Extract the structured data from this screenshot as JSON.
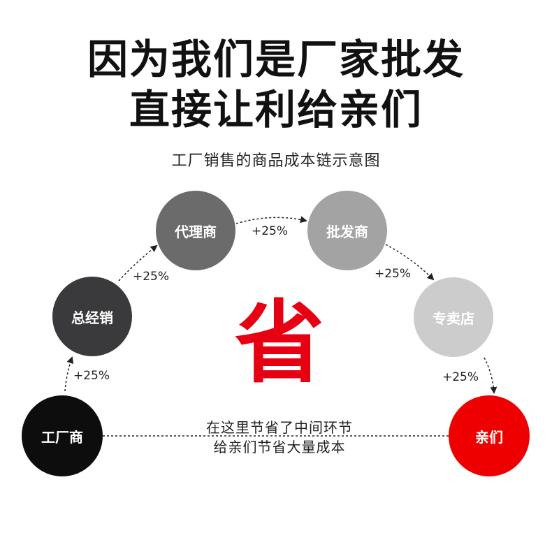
{
  "headline": {
    "line1": "因为我们是厂家批发",
    "line2": "直接让利给亲们"
  },
  "subtitle": "工厂销售的商品成本链示意图",
  "nodes": [
    {
      "label": "工厂商",
      "color": "#0d0d0d"
    },
    {
      "label": "总经销",
      "color": "#3a3a3c"
    },
    {
      "label": "代理商",
      "color": "#6b6b6b"
    },
    {
      "label": "批发商",
      "color": "#a3a3a3"
    },
    {
      "label": "专卖店",
      "color": "#cccccc"
    },
    {
      "label": "亲们",
      "color": "#ee0000"
    }
  ],
  "markups": [
    "+25%",
    "+25%",
    "+25%",
    "+25%",
    "+25%"
  ],
  "save_char": "省",
  "note": {
    "line1": "在这里节省了中间环节",
    "line2": "给亲们节省大量成本"
  }
}
